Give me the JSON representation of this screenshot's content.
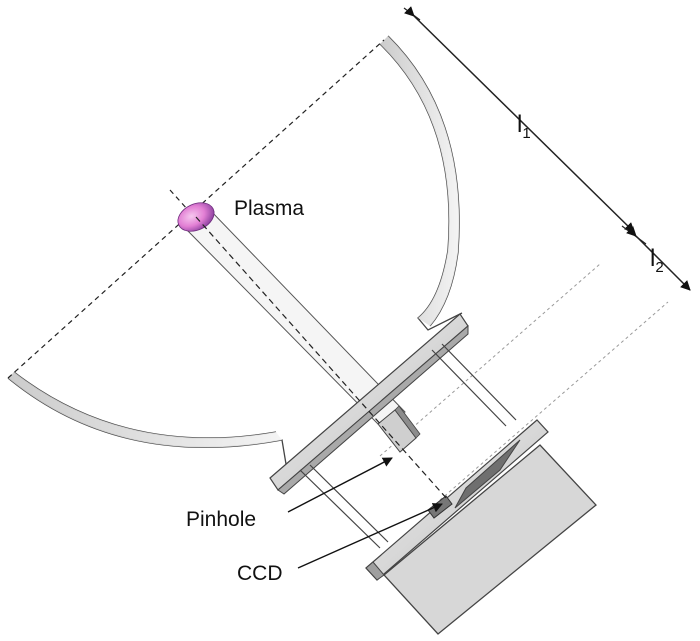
{
  "labels": {
    "plasma": "Plasma",
    "pinhole": "Pinhole",
    "ccd": "CCD"
  },
  "dimensions": {
    "l1": {
      "symbol": "l",
      "subscript": "1"
    },
    "l2": {
      "symbol": "l",
      "subscript": "2"
    }
  },
  "colors": {
    "plasma_core": "#e27fd4",
    "plasma_edge": "#8a3f9e",
    "chamber_wall": "#d8d8d8",
    "ccd_box": "#d7d7d7",
    "outline": "#444444"
  }
}
